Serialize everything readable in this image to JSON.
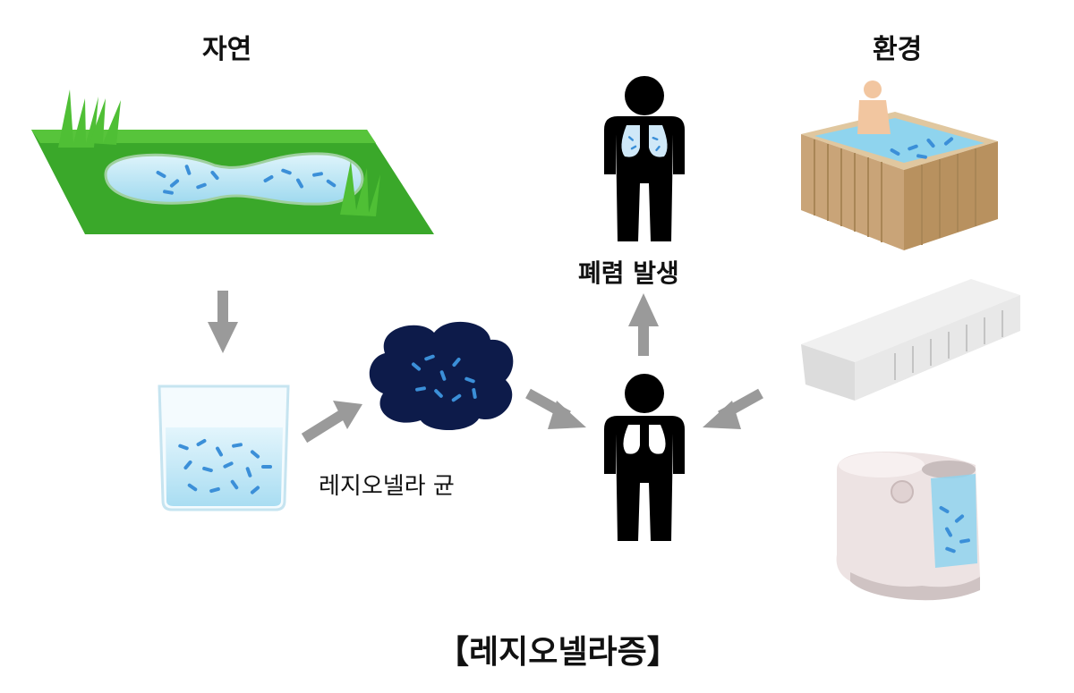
{
  "labels": {
    "nature": "자연",
    "environment": "환경",
    "pneumonia": "폐렴 발생",
    "bacteria": "레지오넬라 균",
    "title": "【레지오넬라증】"
  },
  "colors": {
    "grass": "#3fae2a",
    "water": "#8fd4ee",
    "bacteria": "#3b8fd8",
    "cloud": "#0d1b4a",
    "arrow": "#9a9a9a",
    "wood": "#c9a478",
    "person": "#000000"
  }
}
